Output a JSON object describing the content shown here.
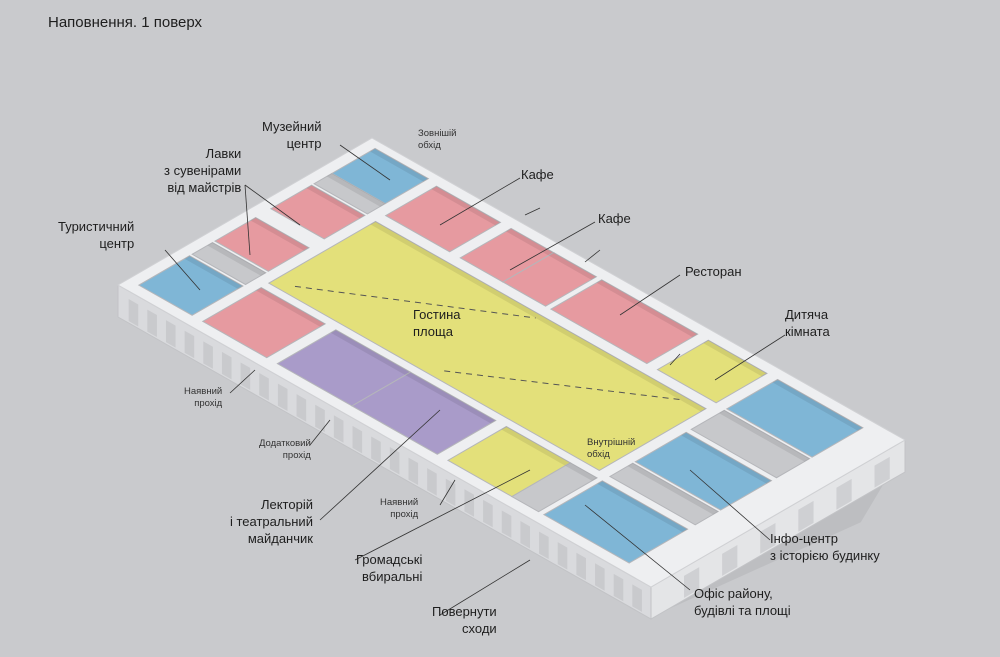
{
  "title": "Наповнення. 1 поверх",
  "colors": {
    "background": "#c9cacd",
    "wall": "#eeeff1",
    "wall_side": "#d9dadd",
    "blue": "#7fb6d6",
    "pink": "#e69aa0",
    "yellow": "#e3e07a",
    "purple": "#a99bc9",
    "gray": "#c7c8cb"
  },
  "labels": {
    "museum": [
      "Музейний",
      "центр"
    ],
    "outer_walkway": [
      "Зовнішій",
      "обхід"
    ],
    "souvenirs": [
      "Лавки",
      "з сувенірами",
      "від майстрів"
    ],
    "cafe_1": [
      "Кафе"
    ],
    "cafe_2": [
      "Кафе"
    ],
    "tourist_center": [
      "Туристичний",
      "центр"
    ],
    "restaurant": [
      "Ресторан"
    ],
    "guest_square": [
      "Гостина",
      "площа"
    ],
    "children_room": [
      "Дитяча",
      "кімната"
    ],
    "existing_passage_1": [
      "Наявний",
      "прохід"
    ],
    "additional_passage": [
      "Додатковий",
      "прохід"
    ],
    "inner_walkway": [
      "Внутрішній",
      "обхід"
    ],
    "lecture_hall": [
      "Лекторій",
      "і театральний",
      "майданчик"
    ],
    "existing_passage_2": [
      "Наявний",
      "прохід"
    ],
    "info_center": [
      "Інфо-центр",
      "з історією будинку"
    ],
    "toilets": [
      "Громадські",
      "вбиральні"
    ],
    "district_office": [
      "Офіс району,",
      "будівлі та площі"
    ],
    "restored_stairs": [
      "Повернути",
      "сходи"
    ]
  }
}
